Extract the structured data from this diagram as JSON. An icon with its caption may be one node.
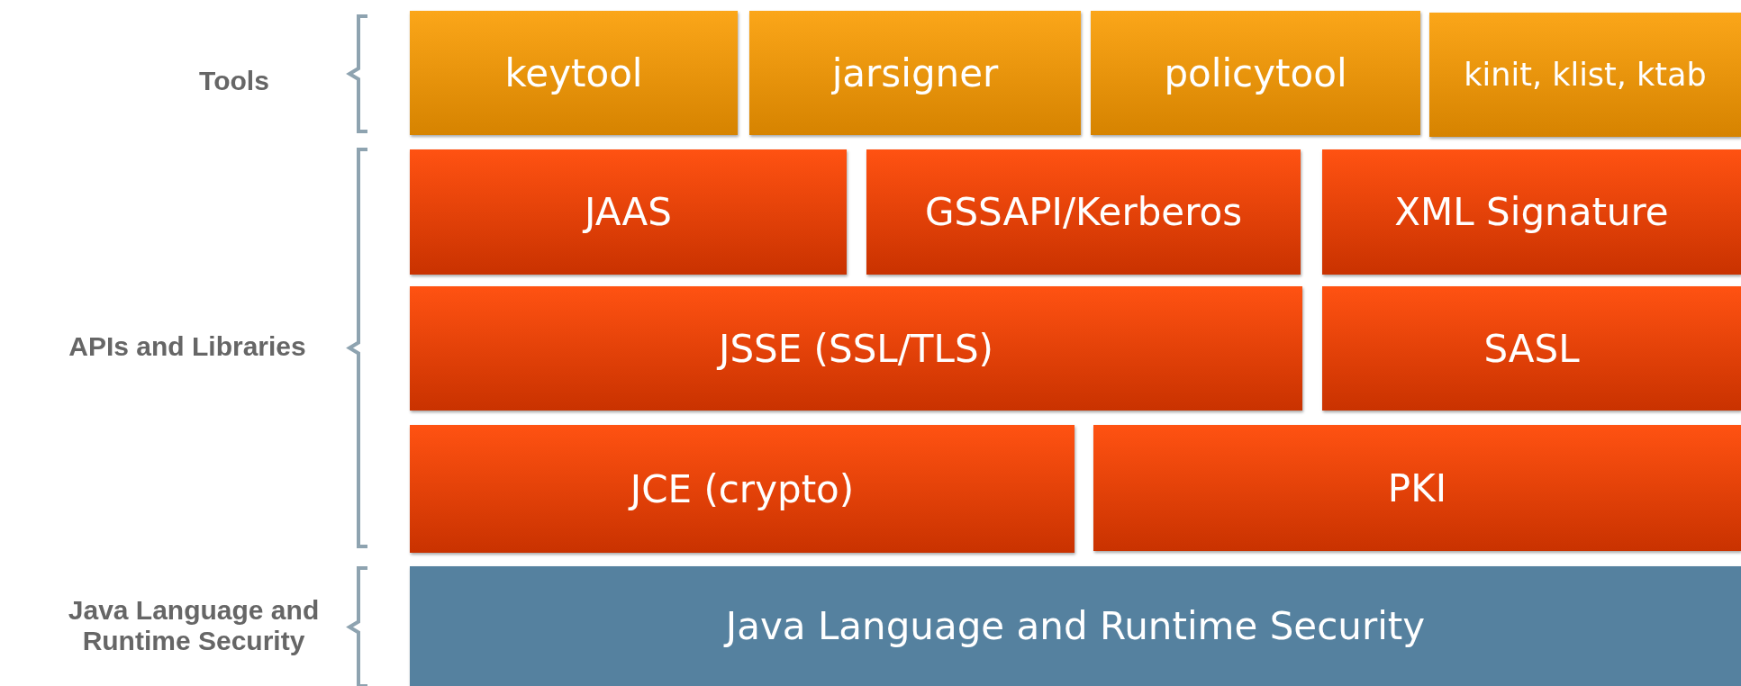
{
  "diagram": {
    "nodes": [
      {
        "text": [
          "keytool"
        ]
      },
      {
        "text": [
          "jarsigner"
        ]
      },
      {
        "text": [
          "policytool"
        ]
      },
      {
        "text": [
          "kinit, klist, ktab"
        ]
      },
      {
        "text": [
          "JAAS"
        ]
      },
      {
        "text": [
          "GSSAPI/Kerberos"
        ]
      },
      {
        "text": [
          "XML Signature"
        ]
      },
      {
        "text": [
          "JSSE (SSL/TLS)"
        ]
      },
      {
        "text": [
          "SASL"
        ]
      },
      {
        "text": [
          "JCE (crypto)"
        ]
      },
      {
        "text": [
          "PKI"
        ]
      },
      {
        "text": [
          "Java Language and Runtime Security"
        ]
      }
    ],
    "labels": [
      "Tools",
      "APIs and Libraries",
      "Java Language and Runtime Security"
    ]
  }
}
